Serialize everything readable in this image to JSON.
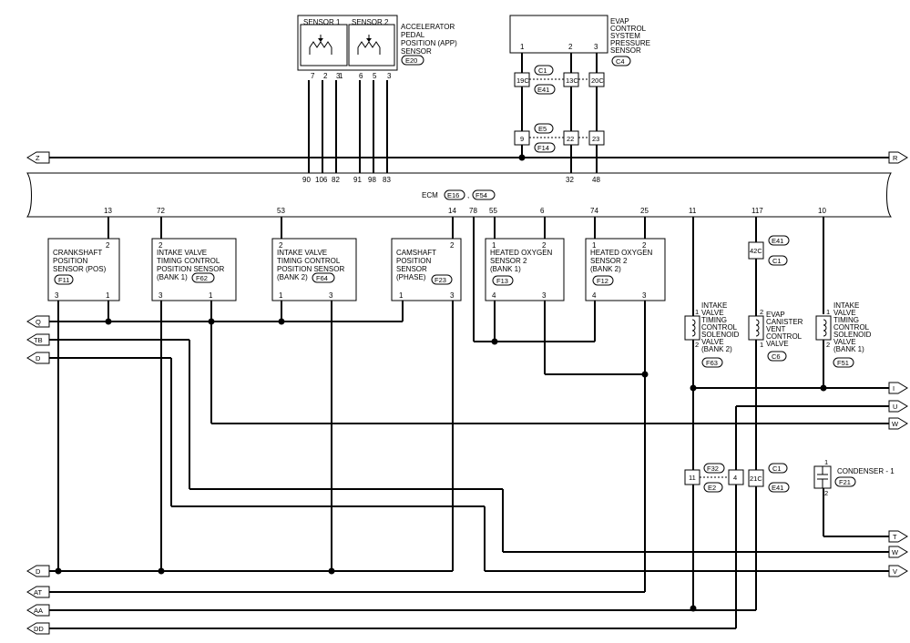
{
  "ecm": {
    "label": "ECM",
    "conn1": "E16",
    "conn2": "F54",
    "sep": ","
  },
  "app": {
    "sensor1": "SENSOR 1",
    "sensor2": "SENSOR 2",
    "name": [
      "ACCELERATOR",
      "PEDAL",
      "POSITION (APP)",
      "SENSOR"
    ],
    "conn": "E20",
    "pins": [
      "7",
      "2",
      "3",
      "1",
      "6",
      "5",
      "3"
    ]
  },
  "evap_sensor": {
    "name": [
      "EVAP",
      "CONTROL",
      "SYSTEM",
      "PRESSURE",
      "SENSOR"
    ],
    "conn": "C4",
    "pins": [
      "1",
      "2",
      "3"
    ]
  },
  "jc1": {
    "pins": [
      "19C",
      "13C",
      "20C"
    ],
    "tags": [
      "C1",
      "E41"
    ]
  },
  "jc2": {
    "pins": [
      "9",
      "22",
      "23"
    ],
    "tags": [
      "E5",
      "F14"
    ]
  },
  "ecm_top_pins": [
    "90",
    "106",
    "82",
    "91",
    "98",
    "83",
    "32",
    "48"
  ],
  "ecm_bottom_pins": [
    "13",
    "72",
    "53",
    "14",
    "78",
    "55",
    "6",
    "74",
    "25",
    "11",
    "117",
    "10"
  ],
  "components": {
    "ckp": {
      "name": [
        "CRANKSHAFT",
        "POSITION",
        "SENSOR (POS)"
      ],
      "conn": "F11",
      "pins": [
        "2",
        "3",
        "1"
      ]
    },
    "ivt1": {
      "name": [
        "INTAKE VALVE",
        "TIMING CONTROL",
        "POSITION SENSOR",
        "(BANK 1)"
      ],
      "conn": "F62",
      "pins": [
        "2",
        "3",
        "1"
      ]
    },
    "ivt2": {
      "name": [
        "INTAKE VALVE",
        "TIMING CONTROL",
        "POSITION SENSOR",
        "(BANK 2)"
      ],
      "conn": "F64",
      "pins": [
        "2",
        "1",
        "3"
      ]
    },
    "cmp": {
      "name": [
        "CAMSHAFT",
        "POSITION",
        "SENSOR",
        "(PHASE)"
      ],
      "conn": "F23",
      "pins": [
        "2",
        "1",
        "3"
      ]
    },
    "ho2s1": {
      "name": [
        "HEATED OXYGEN",
        "SENSOR 2",
        "(BANK 1)"
      ],
      "conn": "F13",
      "pins": [
        "1",
        "2",
        "4",
        "3"
      ]
    },
    "ho2s2": {
      "name": [
        "HEATED OXYGEN",
        "SENSOR 2",
        "(BANK 2)"
      ],
      "conn": "F12",
      "pins": [
        "1",
        "2",
        "4",
        "3"
      ]
    },
    "ivtc2": {
      "name": [
        "INTAKE",
        "VALVE",
        "TIMING",
        "CONTROL",
        "SOLENOID",
        "VALVE",
        "(BANK 2)"
      ],
      "conn": "F63",
      "pins": [
        "1",
        "2"
      ]
    },
    "evapvent": {
      "name": [
        "EVAP",
        "CANISTER",
        "VENT",
        "CONTROL",
        "VALVE"
      ],
      "conn": "C6",
      "pins": [
        "2",
        "1"
      ]
    },
    "ivtc1": {
      "name": [
        "INTAKE",
        "VALVE",
        "TIMING",
        "CONTROL",
        "SOLENOID",
        "VALVE",
        "(BANK 1)"
      ],
      "conn": "F51",
      "pins": [
        "1",
        "2"
      ]
    },
    "condenser": {
      "name": "CONDENSER - 1",
      "conn": "F21",
      "pins": [
        "1",
        "2"
      ]
    }
  },
  "jc3": {
    "pin": "42C",
    "tags": [
      "E41",
      "C1"
    ]
  },
  "jc4": {
    "pins": [
      "11",
      "4"
    ],
    "tags": [
      "F32",
      "E2"
    ]
  },
  "jc5": {
    "pin": "21C",
    "tags": [
      "C1",
      "E41"
    ]
  },
  "arrows_left": [
    "Z",
    "Q",
    "TB",
    "D",
    "D",
    "AT",
    "AA",
    "DD"
  ],
  "arrows_right": [
    "R",
    "I",
    "U",
    "W",
    "T",
    "W",
    "V"
  ]
}
